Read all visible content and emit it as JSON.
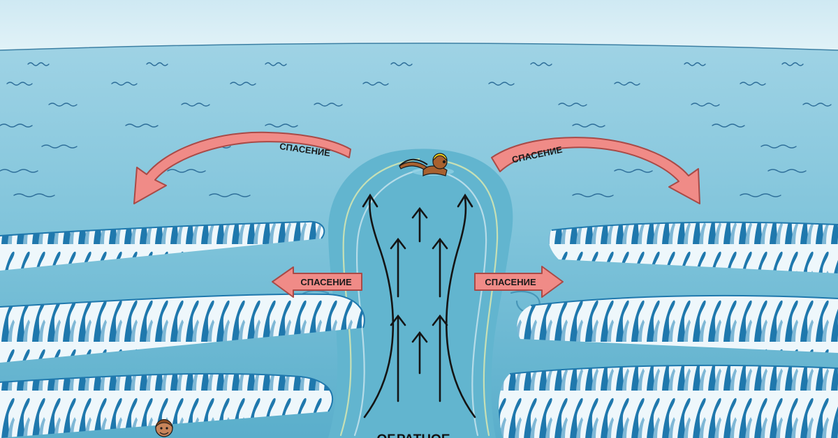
{
  "labels": {
    "rescue_top_left": "СПАСЕНИЕ",
    "rescue_top_right": "СПАСЕНИЕ",
    "rescue_mid_left": "СПАСЕНИЕ",
    "rescue_mid_right": "СПАСЕНИЕ",
    "current_caption": "ОБРАТНОЕ"
  },
  "colors": {
    "sky": "#d6edf5",
    "sea_far": "#8fcbe0",
    "sea_near": "#62b3cf",
    "channel": "#5fb1cc",
    "wave_dark": "#1f78ad",
    "wave_light": "#eef7fb",
    "arrow_fill": "#f08b87",
    "arrow_stroke": "#a94a47"
  },
  "icons": {
    "swimmer": "swimmer-icon",
    "child": "child-swimmer-icon"
  }
}
